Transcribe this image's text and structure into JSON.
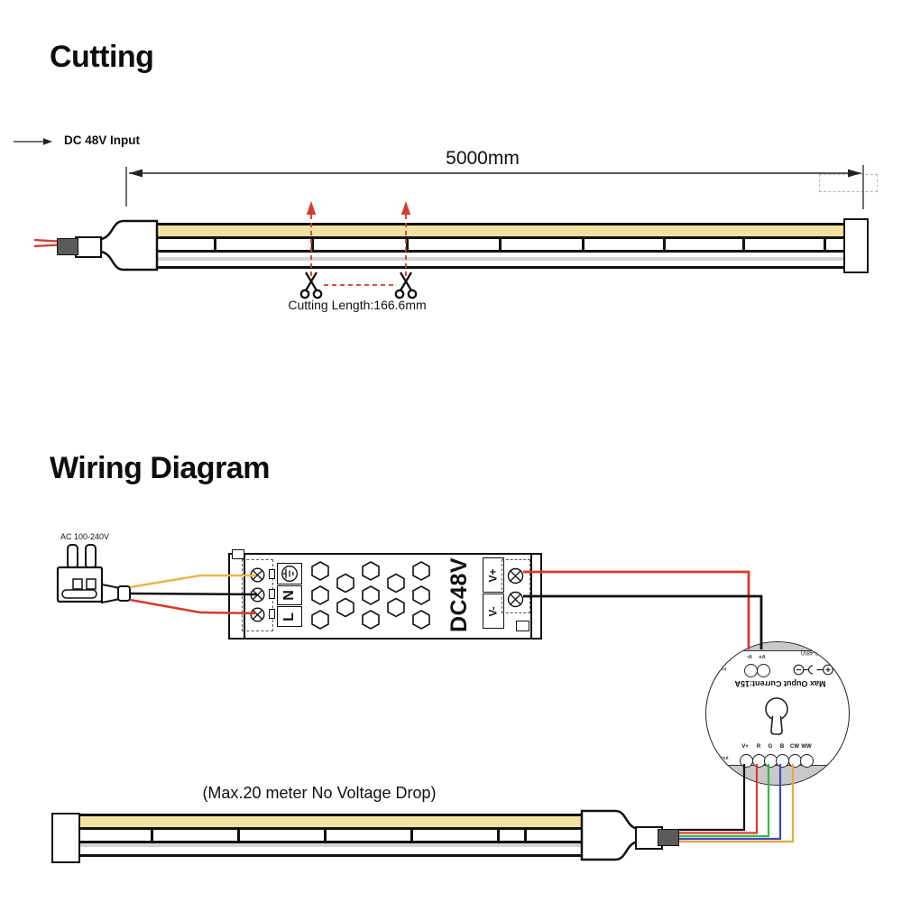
{
  "cutting_section": {
    "title": "Cutting",
    "input_label": "DC 48V Input",
    "strip_length_label": "5000mm",
    "cut_length_label": "Cutting Length:166.6mm"
  },
  "wiring_section": {
    "title": "Wiring Diagram",
    "ac_input_label": "AC 100-240V",
    "power_supply": {
      "model": "DC48V",
      "input_terminal_labels": [
        "N",
        "L"
      ],
      "ground_icon": "earth-ground-icon",
      "output_terminal_labels": [
        "V+",
        "V-"
      ]
    },
    "controller": {
      "input_side_label": "Input",
      "input_terminal_labels": [
        "V-",
        "V+"
      ],
      "dc_rating_label": "DC:(12-48V)",
      "max_current_label": "Max Ouput Current:15A",
      "output_side_label": "Output",
      "output_channel_labels": [
        "V+",
        "R",
        "G",
        "B",
        "CW",
        "WW"
      ]
    },
    "note": "(Max.20 meter No Voltage Drop)"
  },
  "colors": {
    "strip_yellow": "#f2e3a2",
    "strip_gray": "#d4d4d4",
    "wire_red": "#d63a2c",
    "wire_black": "#111111",
    "wire_yellow": "#eab54e",
    "wire_green": "#3cb54a",
    "wire_blue": "#4343cc",
    "wire_orange": "#eda53f",
    "controller_band_gray": "#c9c9c9"
  }
}
